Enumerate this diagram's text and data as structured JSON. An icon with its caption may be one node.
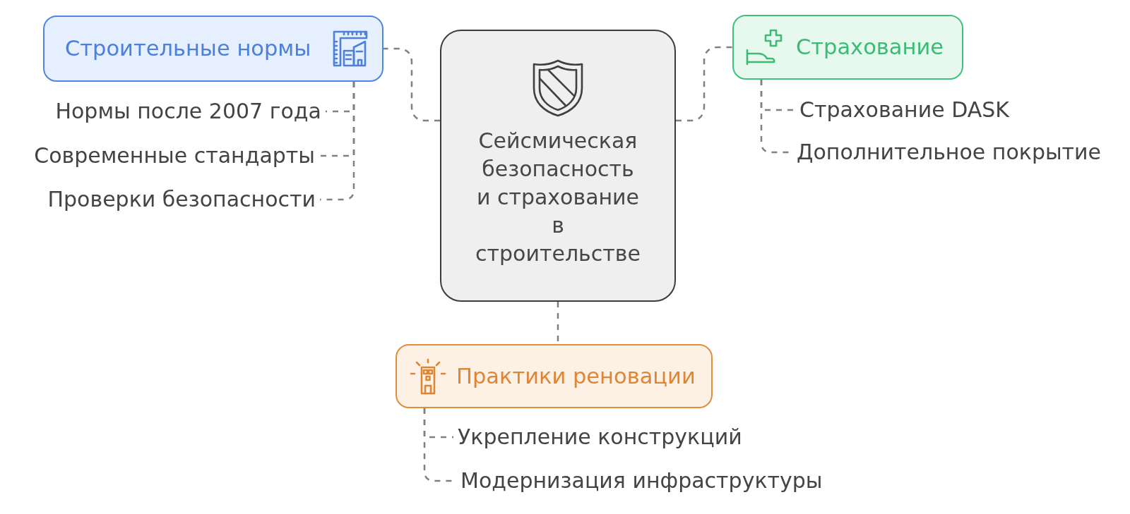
{
  "diagram": {
    "nodes": [
      {
        "text": [
          "Сейсмическая безопасность и страхование в строительстве"
        ]
      },
      {
        "text": [
          "Строительные нормы"
        ]
      },
      {
        "text": [
          "Нормы после 2007 года"
        ]
      },
      {
        "text": [
          "Современные стандарты"
        ]
      },
      {
        "text": [
          "Проверки безопасности"
        ]
      },
      {
        "text": [
          "Страхование"
        ]
      },
      {
        "text": [
          "Страхование DASK"
        ]
      },
      {
        "text": [
          "Дополнительное покрытие"
        ]
      },
      {
        "text": [
          "Практики реновации"
        ]
      },
      {
        "text": [
          "Укрепление конструкций"
        ]
      },
      {
        "text": [
          "Модернизация инфраструктуры"
        ]
      }
    ],
    "edges": [
      {
        "from": 0,
        "to": 1,
        "arrow": "none",
        "style": "dashed"
      },
      {
        "from": 1,
        "to": 2,
        "arrow": "none",
        "style": "dashed"
      },
      {
        "from": 1,
        "to": 3,
        "arrow": "none",
        "style": "dashed"
      },
      {
        "from": 1,
        "to": 4,
        "arrow": "none",
        "style": "dashed"
      },
      {
        "from": 0,
        "to": 5,
        "arrow": "none",
        "style": "dashed"
      },
      {
        "from": 5,
        "to": 6,
        "arrow": "none",
        "style": "dashed"
      },
      {
        "from": 5,
        "to": 7,
        "arrow": "none",
        "style": "dashed"
      },
      {
        "from": 0,
        "to": 8,
        "arrow": "none",
        "style": "dashed"
      },
      {
        "from": 8,
        "to": 9,
        "arrow": "none",
        "style": "dashed"
      },
      {
        "from": 8,
        "to": 10,
        "arrow": "none",
        "style": "dashed"
      }
    ]
  }
}
